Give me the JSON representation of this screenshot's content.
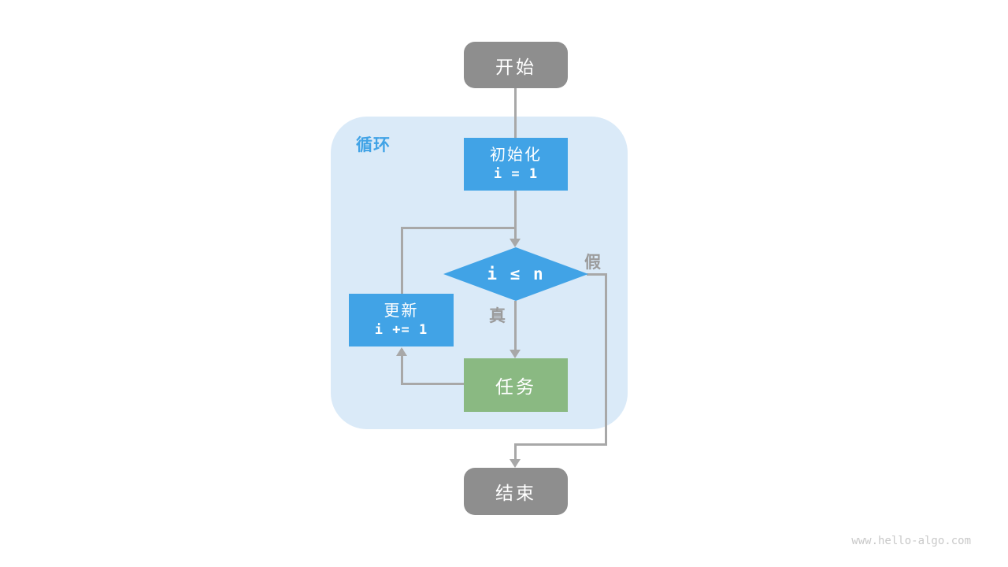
{
  "diagram": {
    "type": "flowchart",
    "loop_container_label": "循环",
    "nodes": {
      "start": {
        "label": "开始"
      },
      "init": {
        "label": "初始化",
        "code": "i = 1"
      },
      "condition": {
        "label": "i ≤ n"
      },
      "update": {
        "label": "更新",
        "code": "i += 1"
      },
      "task": {
        "label": "任务"
      },
      "end": {
        "label": "结束"
      }
    },
    "branch_labels": {
      "true": "真",
      "false": "假"
    },
    "colors": {
      "node_gray": "#8e8e8e",
      "node_blue": "#41a3e6",
      "node_green": "#8ab982",
      "container_bg": "#daeaf8",
      "line_gray": "#a8a8a8",
      "label_gray": "#9b9b9b",
      "loop_label_blue": "#41a3e6",
      "watermark_gray": "#c9c9c9"
    },
    "watermark": "www.hello-algo.com"
  }
}
